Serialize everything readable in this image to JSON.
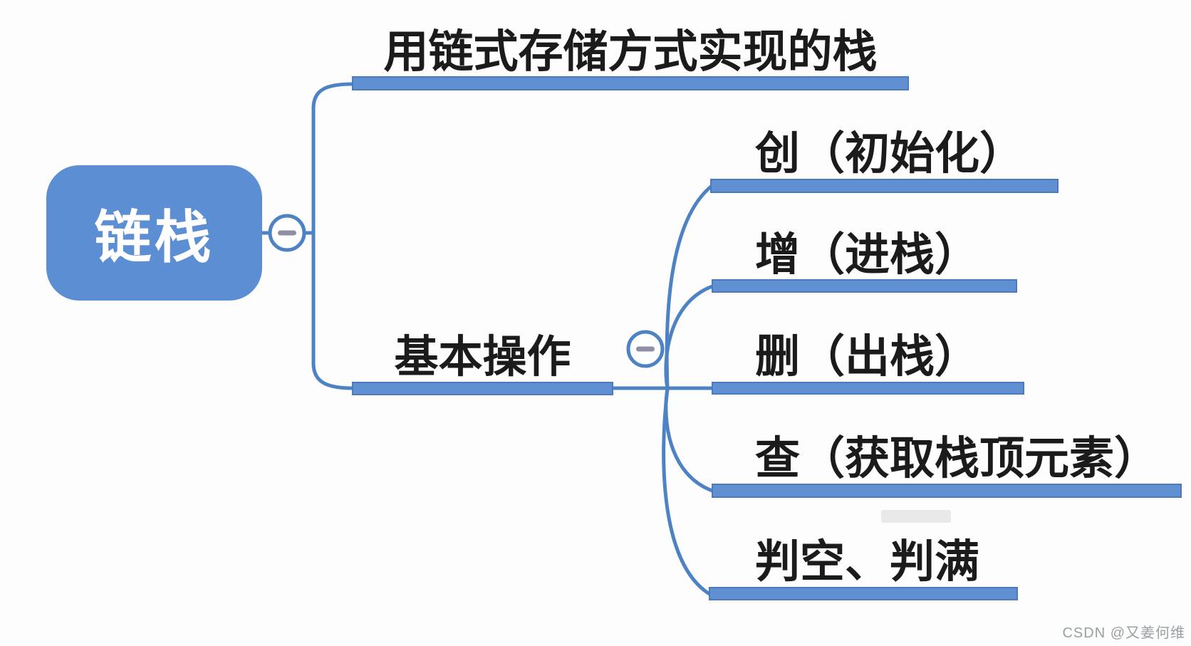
{
  "colors": {
    "bar_fill": "#6190d2",
    "bar_border": "#4a7bbd",
    "line": "#4d82c4",
    "root_fill": "#5b8ed3",
    "root_text": "#ffffff",
    "text": "#1b1b1b",
    "minus": "#8e8ea4",
    "watermark": "#9aa0a2",
    "artifact": "#d9d9d9",
    "bg": "#fdfdfd"
  },
  "mindmap": {
    "root": {
      "label": "链栈"
    },
    "branches": [
      {
        "id": "definition",
        "label": "用链式存储方式实现的栈"
      },
      {
        "id": "basic-operations",
        "label": "基本操作",
        "children": [
          {
            "label": "创（初始化）"
          },
          {
            "label": "增（进栈）"
          },
          {
            "label": "删（出栈）"
          },
          {
            "label": "查（获取栈顶元素）"
          },
          {
            "label": "判空、判满"
          }
        ]
      }
    ],
    "collapse_buttons": {
      "root": "−",
      "basic_operations": "−"
    }
  },
  "watermark": {
    "text": "CSDN @又姜何维"
  }
}
